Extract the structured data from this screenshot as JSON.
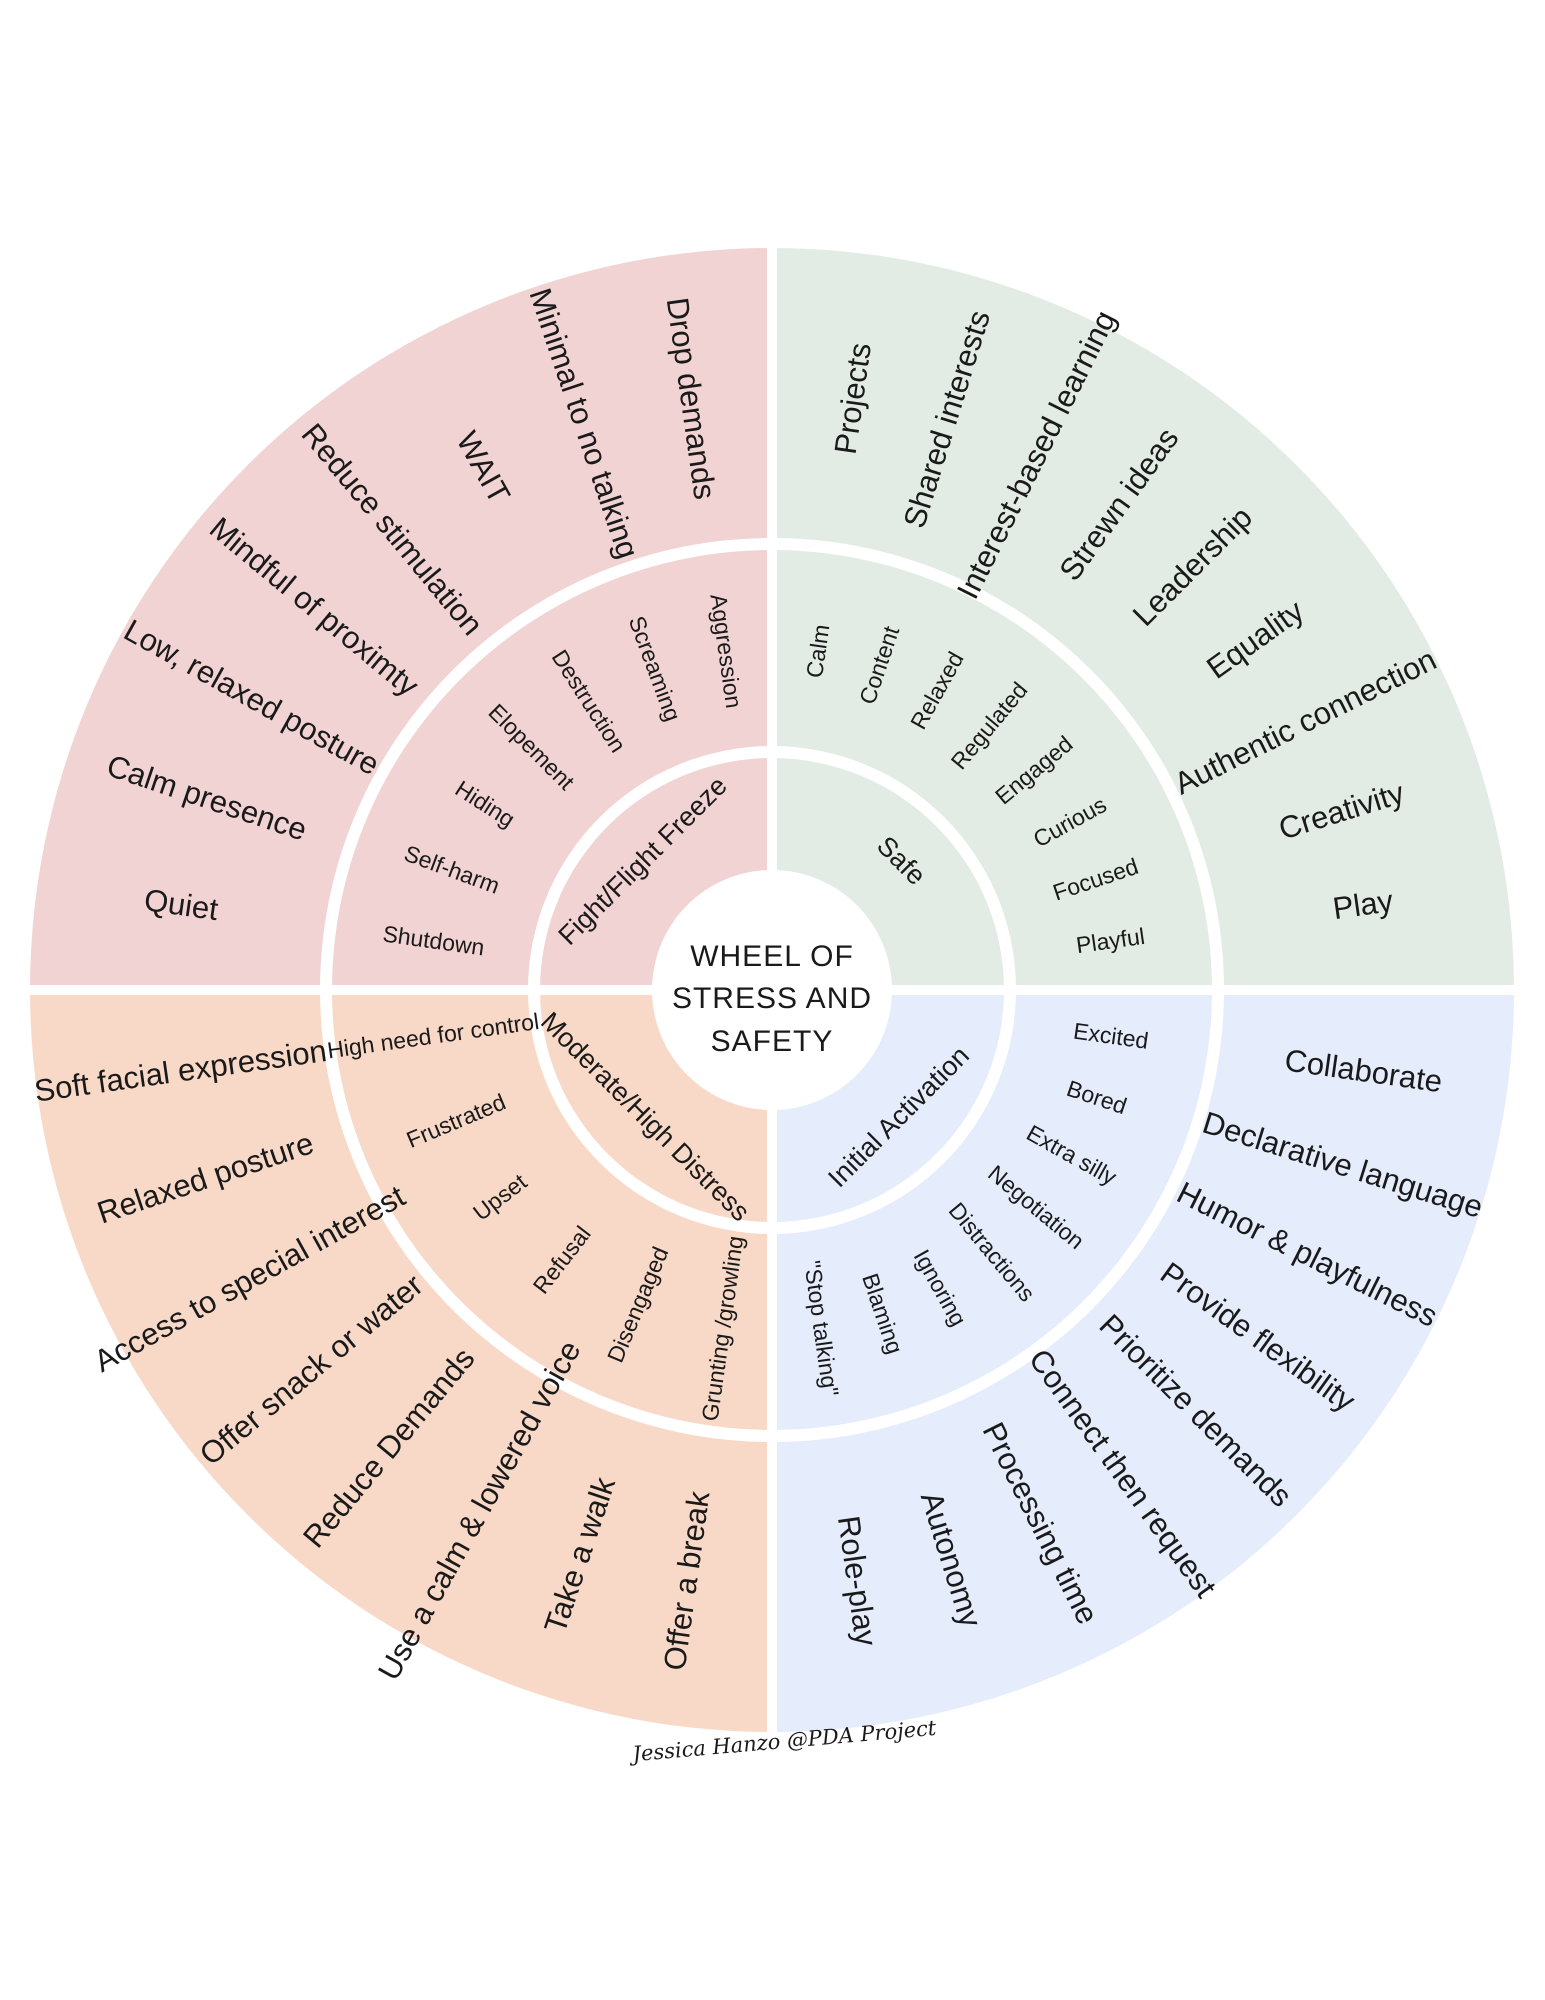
{
  "title_lines": [
    "WHEEL OF",
    "STRESS AND",
    "SAFETY"
  ],
  "signature": "Jessica Hanzo @PDA Project",
  "colors": {
    "top_left": "#f2d3d3",
    "top_right": "#e3ece4",
    "bottom_right": "#e5ecfc",
    "bottom_left": "#f8d9c8",
    "gap": "#ffffff",
    "text": "#1a1a1a"
  },
  "quadrants": [
    {
      "id": "top-left",
      "zone": "Fight/Flight Freeze",
      "states": [
        "Shutdown",
        "Self-harm",
        "Hiding",
        "Elopement",
        "Destruction",
        "Screaming",
        "Aggression"
      ],
      "supports": [
        "Quiet",
        "Calm presence",
        "Low, relaxed posture",
        "Mindful of proximty",
        "Reduce stimulation",
        "WAIT",
        "Minimal to no talking",
        "Drop demands"
      ]
    },
    {
      "id": "top-right",
      "zone": "Safe",
      "states": [
        "Calm",
        "Content",
        "Relaxed",
        "Regulated",
        "Engaged",
        "Curious",
        "Focused",
        "Playful"
      ],
      "supports": [
        "Projects",
        "Shared interests",
        "Interest-based learning",
        "Strewn ideas",
        "Leadership",
        "Equality",
        "Authentic connection",
        "Creativity",
        "Play"
      ]
    },
    {
      "id": "bottom-right",
      "zone": "Initial Activation",
      "states": [
        "Excited",
        "Bored",
        "Extra silly",
        "Negotiation",
        "Distractions",
        "Ignoring",
        "Blaming",
        "\"Stop talking\""
      ],
      "supports": [
        "Collaborate",
        "Declarative language",
        "Humor & playfulness",
        "Provide flexibility",
        "Prioritize demands",
        "Connect then request",
        "Processing time",
        "Autonomy",
        "Role-play"
      ]
    },
    {
      "id": "bottom-left",
      "zone": "Moderate/High Distress",
      "states": [
        "Grunting /growling",
        "Disengaged",
        "Refusal",
        "Upset",
        "Frustrated",
        "High need for control"
      ],
      "supports": [
        "Offer a break",
        "Take a walk",
        "Use a calm & lowered voice",
        "Reduce Demands",
        "Offer snack or water",
        "Access to special interest",
        "Relaxed posture",
        "Soft facial expression"
      ]
    }
  ]
}
